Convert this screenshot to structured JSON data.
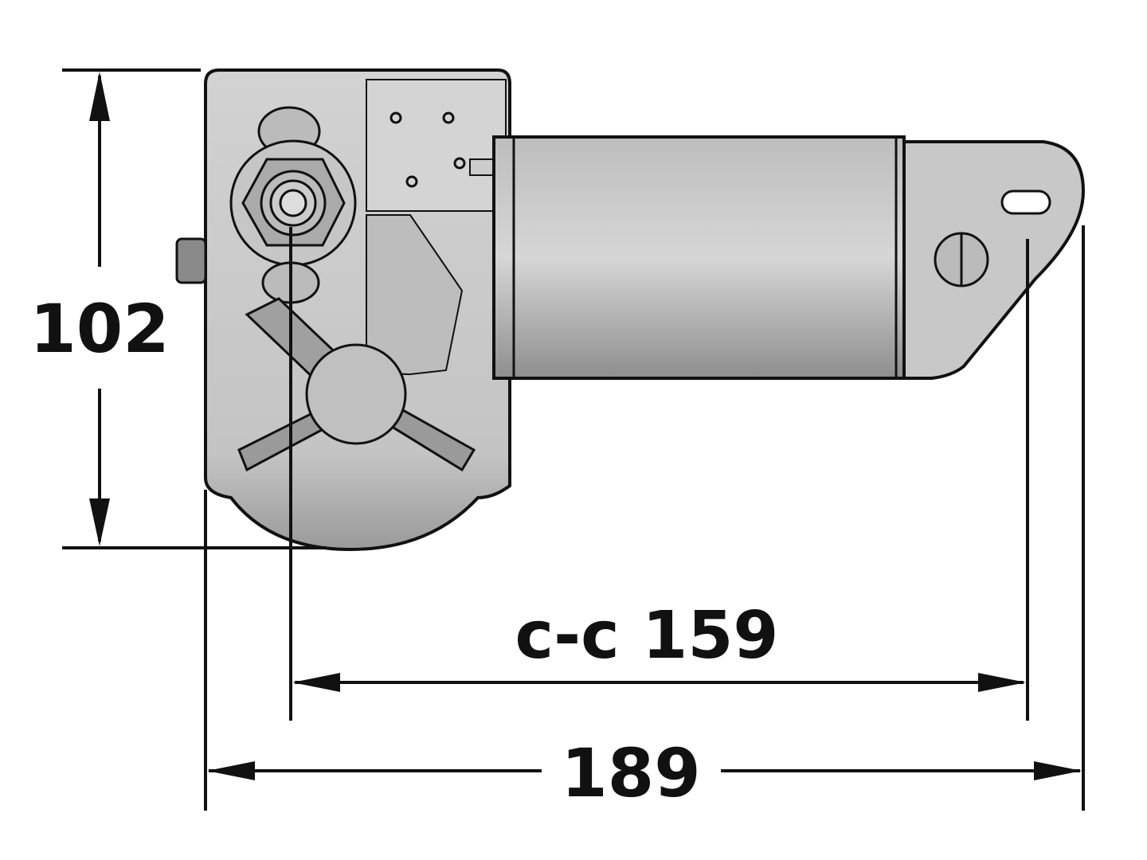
{
  "dimensions": {
    "height": "102",
    "center_to_center": "c-c 159",
    "overall_length": "189"
  },
  "colors": {
    "line": "#111111",
    "body_fill": "#c8c8c8",
    "body_shade": "#9a9a9a"
  }
}
